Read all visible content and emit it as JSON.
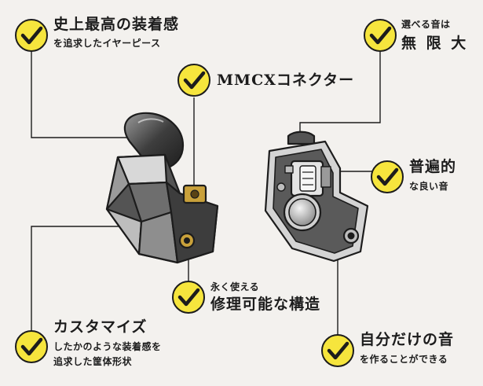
{
  "callouts": {
    "fit": {
      "title": "史上最高の装着感",
      "subtitle": "を追求したイヤーピース"
    },
    "connector": {
      "title": "MMCXコネクター"
    },
    "sound": {
      "subtitle": "選べる音は",
      "title": "無 限 大"
    },
    "universal": {
      "title": "普遍的",
      "subtitle": "な良い音"
    },
    "durable": {
      "subtitle": "永く使える",
      "title": "修理可能な構造"
    },
    "custom": {
      "title": "カスタマイズ",
      "line1": "したかのような装着感を",
      "line2": "追求した筐体形状"
    },
    "own_sound": {
      "title": "自分だけの音",
      "subtitle": "を作ることができる"
    }
  },
  "colors": {
    "check_fill": "#f6e53d",
    "background": "#f3f1ee",
    "ink": "#1c1c1c",
    "shell_dark": "#545454",
    "shell_mid": "#8c8c8c",
    "shell_light": "#d4d4d4",
    "brass": "#c9a13b"
  },
  "icons": {
    "check": "check-icon"
  }
}
